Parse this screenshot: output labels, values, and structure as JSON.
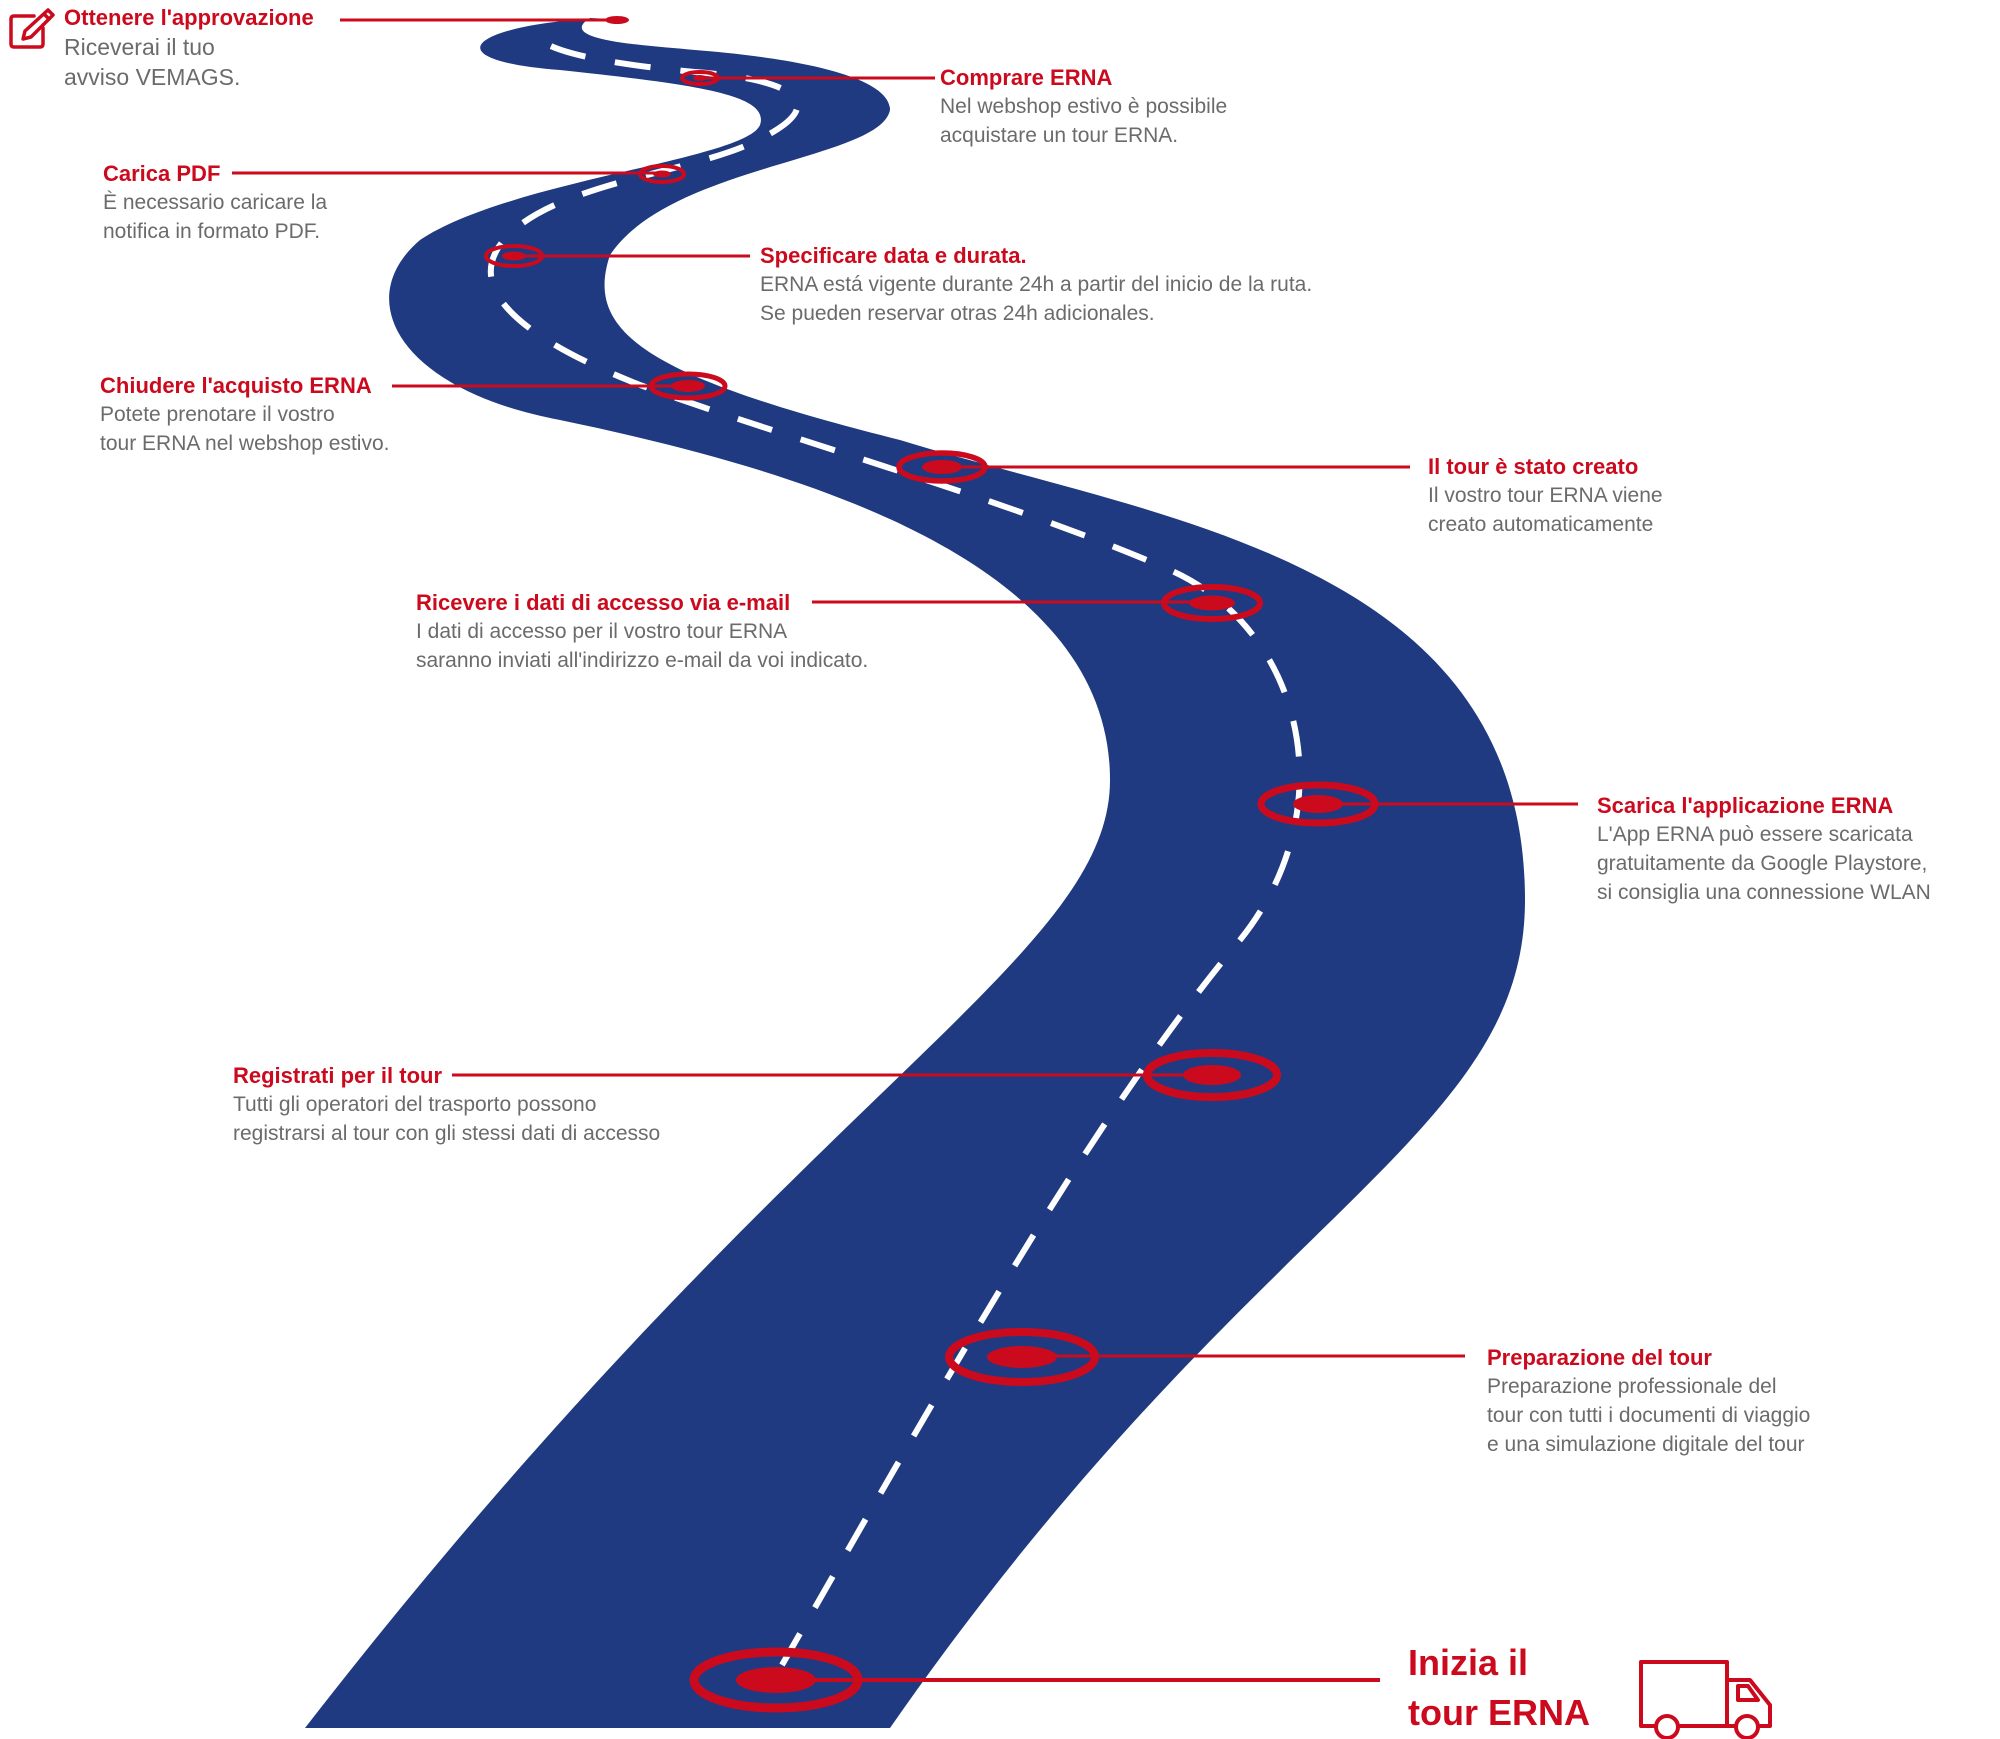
{
  "colors": {
    "road": "#1f3a80",
    "accent": "#cc0a1e",
    "dash": "#ffffff",
    "text": "#6b6b6b"
  },
  "icons": {
    "start": "edit-pencil-icon",
    "end": "delivery-truck-icon"
  },
  "steps": [
    {
      "title": "Ottenere l'approvazione",
      "lines": [
        "Riceverai il tuo",
        "avviso VEMAGS."
      ]
    },
    {
      "title": "Comprare ERNA",
      "lines": [
        "Nel webshop estivo è possibile",
        "acquistare un tour ERNA."
      ]
    },
    {
      "title": "Carica PDF",
      "lines": [
        "È necessario caricare la",
        "notifica in formato PDF."
      ]
    },
    {
      "title": "Specificare data e durata.",
      "lines": [
        "ERNA está vigente durante 24h a partir del inicio de la ruta.",
        "Se pueden reservar otras 24h adicionales."
      ]
    },
    {
      "title": "Chiudere l'acquisto ERNA",
      "lines": [
        "Potete prenotare il vostro",
        "tour ERNA nel webshop estivo."
      ]
    },
    {
      "title": "Il tour è stato creato",
      "lines": [
        "Il vostro tour ERNA viene",
        "creato automaticamente"
      ]
    },
    {
      "title": "Ricevere i dati di accesso via e-mail",
      "lines": [
        "I dati di accesso per il vostro tour ERNA",
        "saranno inviati all'indirizzo e-mail da voi indicato."
      ]
    },
    {
      "title": "Scarica l'applicazione ERNA",
      "lines": [
        "L'App ERNA può essere scaricata",
        "gratuitamente da Google Playstore,",
        "si consiglia una connessione WLAN"
      ]
    },
    {
      "title": "Registrati per il tour",
      "lines": [
        "Tutti gli operatori del trasporto possono",
        "registrarsi al tour con gli stessi dati di accesso"
      ]
    },
    {
      "title": "Preparazione del tour",
      "lines": [
        "Preparazione professionale del",
        "tour con tutti i documenti di viaggio",
        "e una simulazione digitale del tour"
      ]
    }
  ],
  "final_step": {
    "line1": "Inizia il",
    "line2": "tour ERNA"
  }
}
